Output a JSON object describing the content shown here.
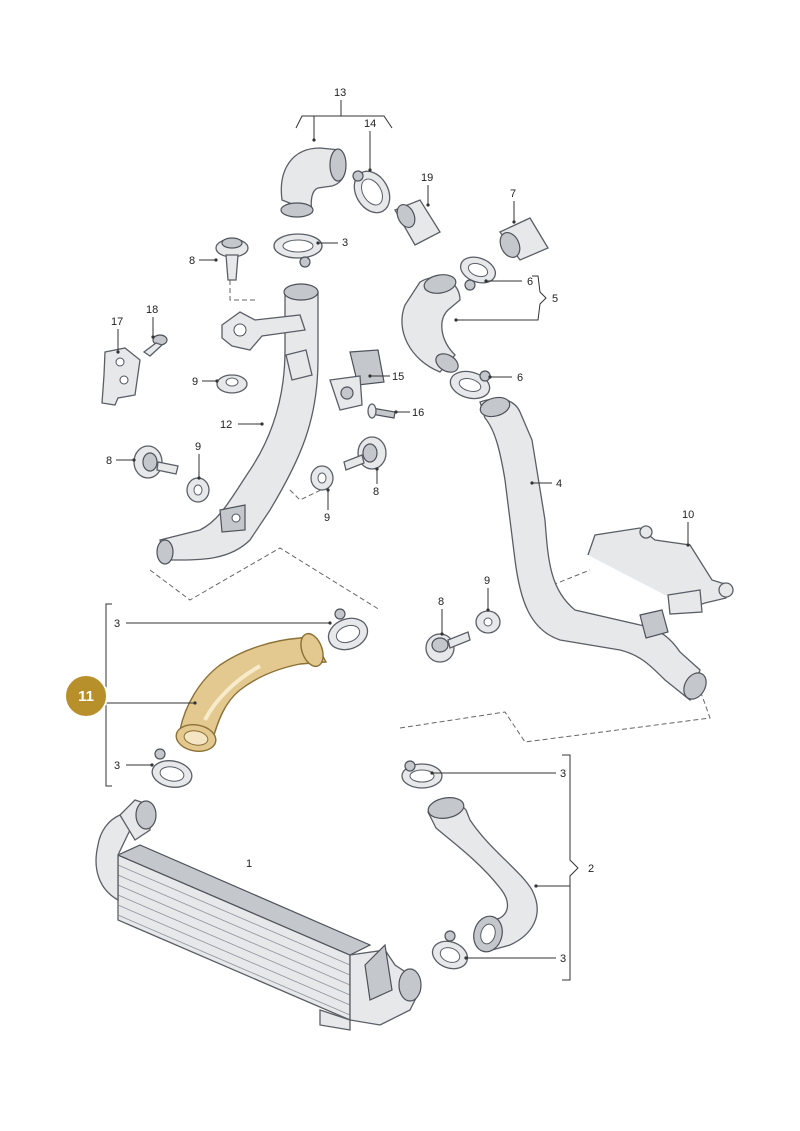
{
  "diagram": {
    "highlighted_part": "11",
    "highlight_color": "#b8902b",
    "highlight_fill": "#e3c98f",
    "labels": {
      "p1": "1",
      "p2": "2",
      "p3": "3",
      "p4": "4",
      "p5": "5",
      "p6": "6",
      "p7": "7",
      "p8": "8",
      "p9": "9",
      "p10": "10",
      "p11": "11",
      "p12": "12",
      "p13": "13",
      "p14": "14",
      "p15": "15",
      "p16": "16",
      "p17": "17",
      "p18": "18",
      "p19": "19"
    }
  }
}
